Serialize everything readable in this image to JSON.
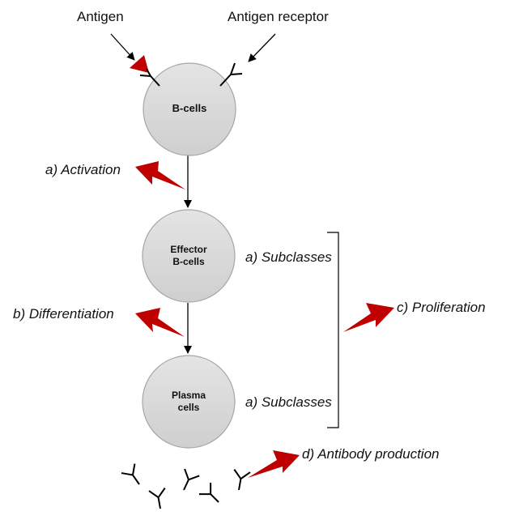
{
  "labels": {
    "antigen": "Antigen",
    "antigen_receptor": "Antigen receptor",
    "activation": "a) Activation",
    "differentiation": "b) Differentiation",
    "proliferation": "c) Proliferation",
    "subclasses_top": "a) Subclasses",
    "subclasses_bottom": "a) Subclasses",
    "antibody_production": "d) Antibody production"
  },
  "cells": {
    "b_cells": "B-cells",
    "effector_line1": "Effector",
    "effector_line2": "B-cells",
    "plasma_line1": "Plasma",
    "plasma_line2": "cells"
  },
  "colors": {
    "cell_fill": "#d9d9d9",
    "cell_stroke": "#a6a6a6",
    "lightning": "#c00000",
    "line": "#000000"
  },
  "icons": {
    "antigen": "red-triangle-icon",
    "receptor": "y-shaped-receptor-icon",
    "trigger": "lightning-bolt-icon",
    "antibody": "y-shaped-antibody-icon"
  }
}
